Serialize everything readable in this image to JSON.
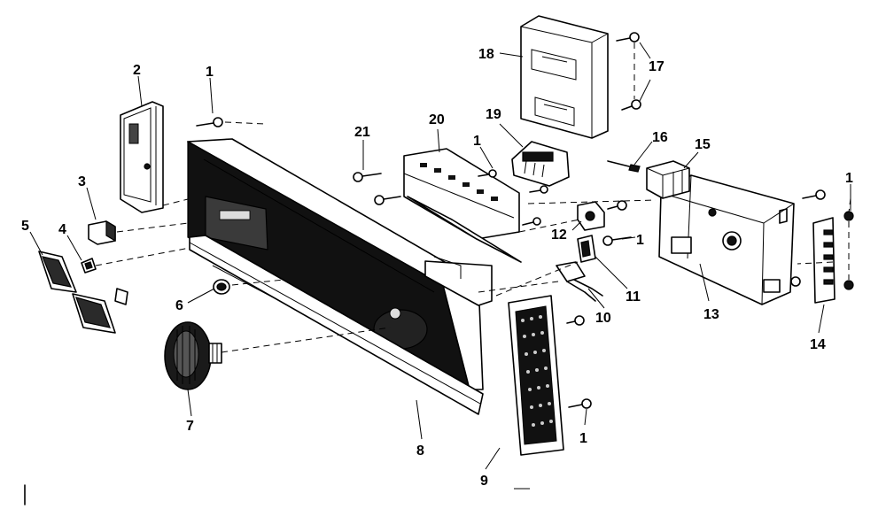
{
  "parts": [
    {
      "id": "p1a",
      "number": "1"
    },
    {
      "id": "p2",
      "number": "2"
    },
    {
      "id": "p3",
      "number": "3"
    },
    {
      "id": "p4",
      "number": "4"
    },
    {
      "id": "p5",
      "number": "5"
    },
    {
      "id": "p6",
      "number": "6"
    },
    {
      "id": "p7",
      "number": "7"
    },
    {
      "id": "p8",
      "number": "8"
    },
    {
      "id": "p9",
      "number": "9"
    },
    {
      "id": "p10",
      "number": "10"
    },
    {
      "id": "p11",
      "number": "11"
    },
    {
      "id": "p12",
      "number": "12"
    },
    {
      "id": "p13",
      "number": "13"
    },
    {
      "id": "p14",
      "number": "14"
    },
    {
      "id": "p15",
      "number": "15"
    },
    {
      "id": "p16",
      "number": "16"
    },
    {
      "id": "p17",
      "number": "17"
    },
    {
      "id": "p18",
      "number": "18"
    },
    {
      "id": "p19",
      "number": "19"
    },
    {
      "id": "p20",
      "number": "20"
    },
    {
      "id": "p21",
      "number": "21"
    },
    {
      "id": "p1b",
      "number": "1"
    },
    {
      "id": "p1c",
      "number": "1"
    },
    {
      "id": "p1d",
      "number": "1"
    },
    {
      "id": "p1e",
      "number": "1"
    }
  ]
}
